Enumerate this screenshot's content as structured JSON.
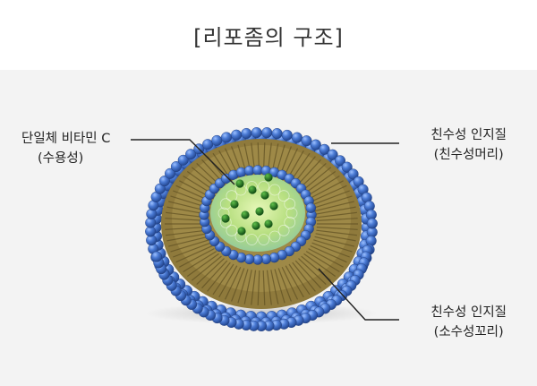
{
  "title": "[리포좀의 구조]",
  "labels": {
    "vitamin_line1": "단일체 비타민 C",
    "vitamin_line2": "(수용성)",
    "head_line1": "친수성 인지질",
    "head_line2": "(친수성머리)",
    "tail_line1": "친수성 인지질",
    "tail_line2": "(소수성꼬리)"
  },
  "colors": {
    "background": "#f3f3f3",
    "header_bg": "#ffffff",
    "head_blue": "#3f6fc8",
    "tail_gold": "#8f7a3c",
    "core_green": "#b6e07a",
    "particle_green": "#1f6b1f",
    "leader_line": "#222222"
  }
}
